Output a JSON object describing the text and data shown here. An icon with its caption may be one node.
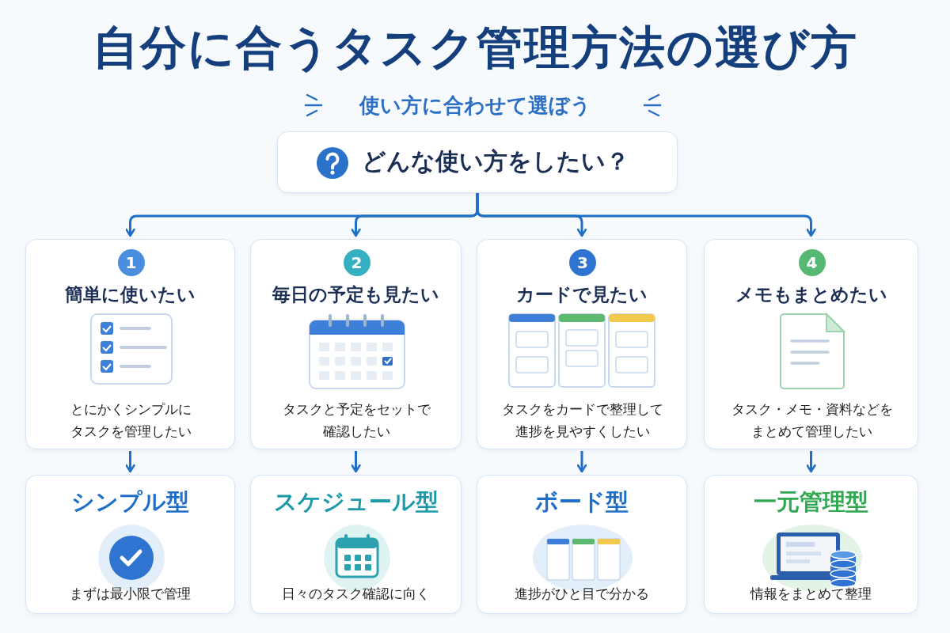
{
  "diagram": {
    "title": "自分に合うタスク管理方法の選び方",
    "nodes": [
      {
        "text": [
          "どんな使い方をしたい？"
        ]
      },
      {
        "text": [
          "1",
          "簡単に使いたい",
          "とにかくシンプルにタスクを管理したい"
        ]
      },
      {
        "text": [
          "2",
          "毎日の予定も見たい",
          "タスクと予定をセットで確認したい"
        ]
      },
      {
        "text": [
          "3",
          "カードで見たい",
          "タスクをカードで整理して進捗を見やすくしたい"
        ]
      },
      {
        "text": [
          "4",
          "メモもまとめたい",
          "タスク・メモ・資料などをまとめて管理したい"
        ]
      },
      {
        "text": [
          "シンプル型",
          "まずは最小限で管理"
        ]
      },
      {
        "text": [
          "スケジュール型",
          "日々のタスク確認に向く"
        ]
      },
      {
        "text": [
          "ボード型",
          "進捗がひと目で分かる"
        ]
      },
      {
        "text": [
          "一元管理型",
          "情報をまとめて整理"
        ]
      }
    ],
    "edges": [
      {
        "from": 0,
        "to": 1,
        "arrow": "to"
      },
      {
        "from": 0,
        "to": 2,
        "arrow": "to"
      },
      {
        "from": 0,
        "to": 3,
        "arrow": "to"
      },
      {
        "from": 0,
        "to": 4,
        "arrow": "to"
      },
      {
        "from": 1,
        "to": 5,
        "arrow": "to"
      },
      {
        "from": 2,
        "to": 6,
        "arrow": "to"
      },
      {
        "from": 3,
        "to": 7,
        "arrow": "to"
      },
      {
        "from": 4,
        "to": 8,
        "arrow": "to"
      }
    ],
    "labels": [
      "使い方に合わせて選ぼう"
    ]
  }
}
